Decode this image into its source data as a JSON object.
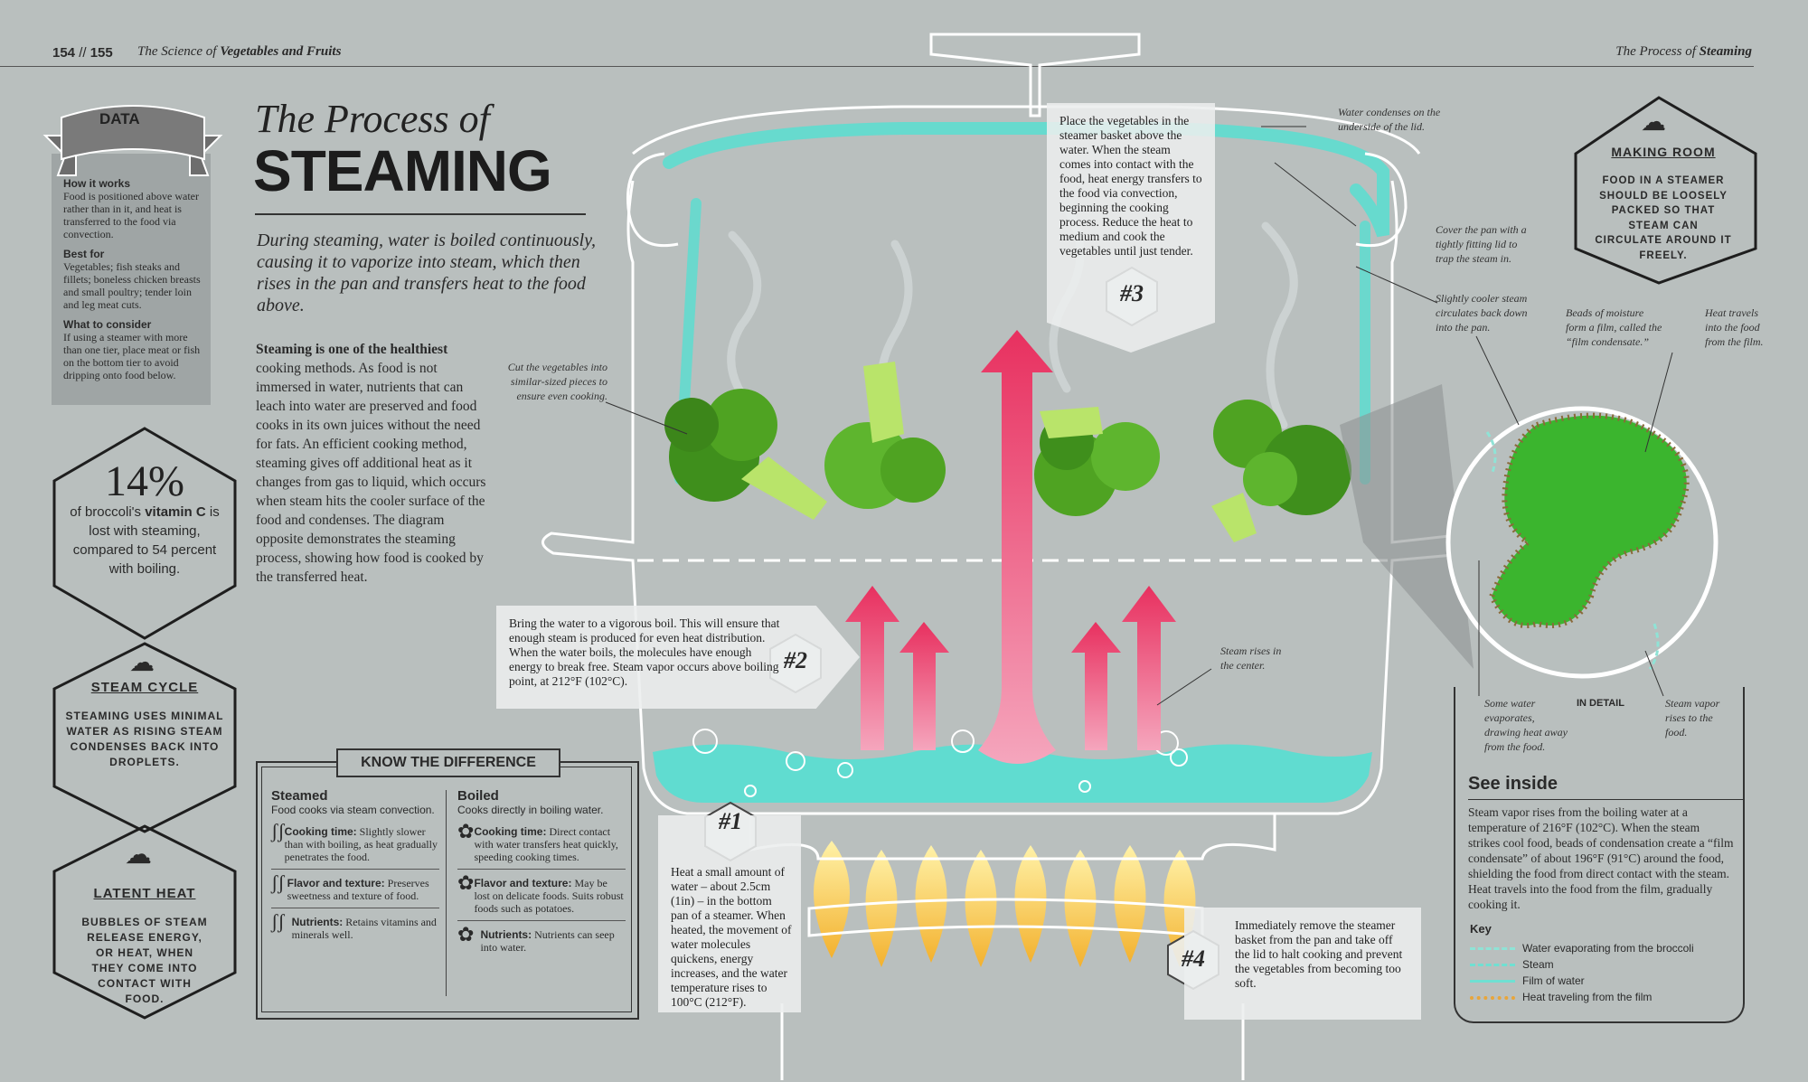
{
  "header": {
    "pages_left": "154",
    "pages_sep": "//",
    "pages_right": "155",
    "book_prefix": "The Science of",
    "book_title": "Vegetables and Fruits",
    "right_prefix": "The Process of",
    "right_title": "Steaming"
  },
  "title": {
    "line1": "The Process of",
    "line2": "STEAMING"
  },
  "intro": "During steaming, water is boiled continuously, causing it to vaporize into steam, which then rises in the pan and transfers heat to the food above.",
  "body": {
    "lead": "Steaming is one of the healthiest",
    "text": "cooking methods. As food is not immersed in water, nutrients that can leach into water are preserved and food cooks in its own juices without the need for fats. An efficient cooking method, steaming gives off additional heat as it changes from gas to liquid, which occurs when steam hits the cooler surface of the food and condenses. The diagram opposite demonstrates the steaming process, showing how food is cooked by the transferred heat."
  },
  "data_box": {
    "banner": "DATA",
    "sections": [
      {
        "heading": "How it works",
        "text": "Food is positioned above water rather than in it, and heat is transferred to the food via convection."
      },
      {
        "heading": "Best for",
        "text": "Vegetables; fish steaks and fillets; boneless chicken breasts and small poultry; tender loin and leg meat cuts."
      },
      {
        "heading": "What to consider",
        "text": "If using a steamer with more than one tier, place meat or fish on the bottom tier to avoid dripping onto food below."
      }
    ]
  },
  "stat": {
    "value": "14%",
    "pre": "of broccoli's",
    "bold": "vitamin C",
    "post": "is lost with steaming, compared to 54 percent with boiling."
  },
  "steam_cycle": {
    "title": "STEAM CYCLE",
    "text": "STEAMING USES MINIMAL WATER AS RISING STEAM CONDENSES BACK INTO DROPLETS."
  },
  "latent_heat": {
    "title": "LATENT HEAT",
    "text": "BUBBLES OF STEAM RELEASE ENERGY, OR HEAT, WHEN THEY COME INTO CONTACT WITH FOOD."
  },
  "making_room": {
    "title": "MAKING ROOM",
    "text": "FOOD IN A STEAMER SHOULD BE LOOSELY PACKED SO THAT STEAM CAN CIRCULATE AROUND IT FREELY."
  },
  "know_difference": {
    "title": "KNOW THE DIFFERENCE",
    "steamed": {
      "heading": "Steamed",
      "sub": "Food cooks via steam convection.",
      "items": [
        {
          "label": "Cooking time:",
          "text": "Slightly slower than with boiling, as heat gradually penetrates the food."
        },
        {
          "label": "Flavor and texture:",
          "text": "Preserves sweetness and texture of food."
        },
        {
          "label": "Nutrients:",
          "text": "Retains vitamins and minerals well."
        }
      ]
    },
    "boiled": {
      "heading": "Boiled",
      "sub": "Cooks directly in boiling water.",
      "items": [
        {
          "label": "Cooking time:",
          "text": "Direct contact with water transfers heat quickly, speeding cooking times."
        },
        {
          "label": "Flavor and texture:",
          "text": "May be lost on delicate foods. Suits robust foods such as potatoes."
        },
        {
          "label": "Nutrients:",
          "text": "Nutrients can seep into water."
        }
      ]
    }
  },
  "steps": {
    "s1": {
      "num": "#1",
      "text": "Heat a small amount of water – about 2.5cm (1in) – in the bottom pan of a steamer. When heated, the movement of water molecules quickens, energy increases, and the water temperature rises to 100°C (212°F)."
    },
    "s2": {
      "num": "#2",
      "text": "Bring the water to a vigorous boil. This will ensure that enough steam is produced for even heat distribution. When the water boils, the molecules have enough energy to break free. Steam vapor occurs above boiling point, at 212°F (102°C)."
    },
    "s3": {
      "num": "#3",
      "text": "Place the vegetables in the steamer basket above the water. When the steam comes into contact with the food, heat energy transfers to the food via convection, beginning the cooking process. Reduce the heat to medium and cook the vegetables until just tender."
    },
    "s4": {
      "num": "#4",
      "text": "Immediately remove the steamer basket from the pan and take off the lid to halt cooking and prevent the vegetables from becoming too soft."
    }
  },
  "annotations": {
    "cut": "Cut the vegetables into similar-sized pieces to ensure even cooking.",
    "condense": "Water condenses on the underside of the lid.",
    "cover": "Cover the pan with a tightly fitting lid to trap the steam in.",
    "cooler": "Slightly cooler steam circulates back down into the pan.",
    "rises": "Steam rises in the center.",
    "beads": "Beads of moisture form a film, called the “film condensate.”",
    "travels": "Heat travels into the food from the film.",
    "evaporates": "Some water evaporates, drawing heat away from the food.",
    "detail": "IN DETAIL",
    "vapor": "Steam vapor rises to the food."
  },
  "see_inside": {
    "title": "See inside",
    "text": "Steam vapor rises from the boiling water at a temperature of 216°F (102°C). When the steam strikes cool food, beads of condensation create a “film condensate” of about 196°F (91°C) around the food, shielding the food from direct contact with the steam. Heat travels into the food from the film, gradually cooking it.",
    "key_title": "Key",
    "key": [
      {
        "label": "Water evaporating from the broccoli",
        "color": "#8fe3d6"
      },
      {
        "label": "Steam",
        "color": "#6fe0d2"
      },
      {
        "label": "Film of water",
        "color": "#6fe0d2"
      },
      {
        "label": "Heat traveling from the film",
        "color": "#e8a53a"
      }
    ]
  },
  "colors": {
    "water": "#58ded1",
    "arrow": "#e83a6a",
    "broccoli": "#3f9b1e",
    "flame": "#f3c23b"
  }
}
